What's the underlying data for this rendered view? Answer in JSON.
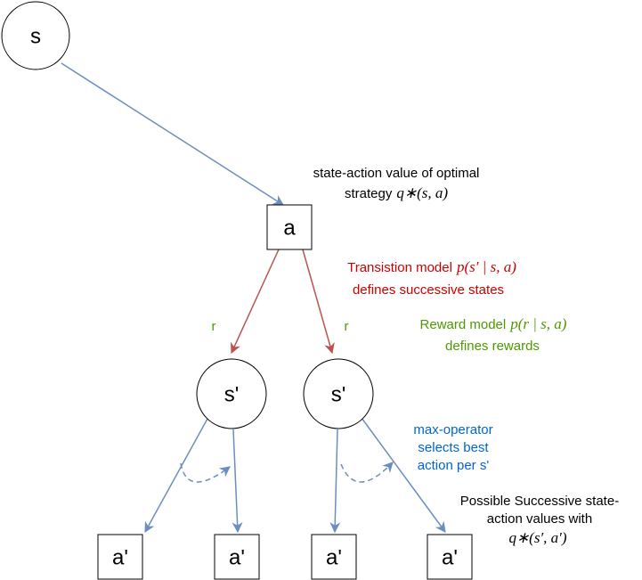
{
  "nodes": {
    "root_state": "s",
    "action": "a",
    "next_state_1": "s'",
    "next_state_2": "s'",
    "next_action_1": "a'",
    "next_action_2": "a'",
    "next_action_3": "a'",
    "next_action_4": "a'"
  },
  "edge_labels": {
    "reward_left": "r",
    "reward_right": "r"
  },
  "annotations": {
    "q_value": {
      "line1": "state-action value of optimal",
      "line2_text": "strategy",
      "line2_math": "q∗(s, a)"
    },
    "transition": {
      "line1_text": "Transistion model",
      "line1_math": "p(s′ | s, a)",
      "line2": "defines successive states"
    },
    "reward": {
      "line1_text": "Reward model",
      "line1_math": "p(r | s, a)",
      "line2": "defines rewards"
    },
    "max_operator": {
      "line1": "max-operator",
      "line2": "selects best",
      "line3": "action per s'"
    },
    "successors": {
      "line1": "Possible Successive state-",
      "line2": "action values with",
      "line3_math": "q∗(s′, a′)"
    }
  },
  "colors": {
    "blue_edge": "#6c8ebf",
    "red_edge": "#b85450",
    "red_text": "#cc0000",
    "green_text": "#4d9900",
    "blue_text": "#0066cc",
    "node_stroke": "#000000"
  }
}
